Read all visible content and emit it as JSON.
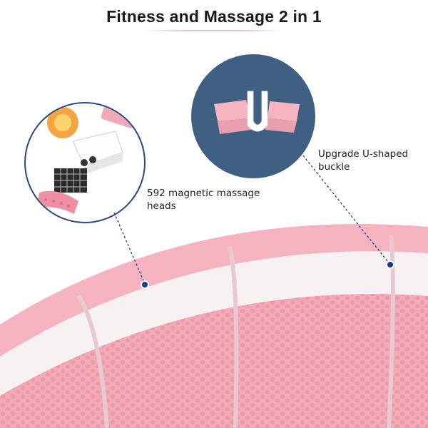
{
  "title": "Fitness and Massage 2 in 1",
  "callouts": {
    "magnetic_heads": "592 magnetic massage heads",
    "buckle": "Upgrade U-shaped buckle"
  },
  "colors": {
    "pink": "#f4b6c0",
    "pink_dark": "#e798a6",
    "white_band": "#f7f2f3",
    "navy_circle": "#3f5f83",
    "dot_blue": "#1a3a8f"
  }
}
